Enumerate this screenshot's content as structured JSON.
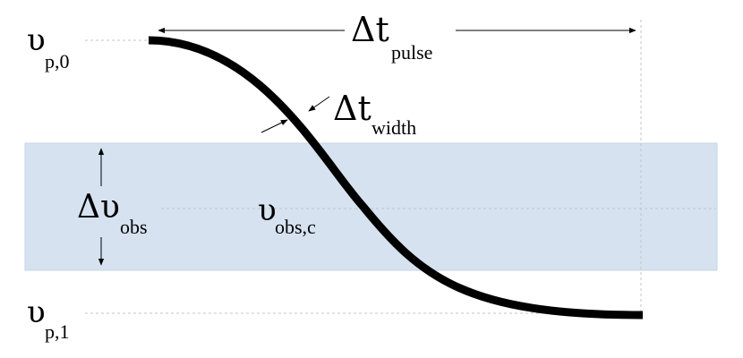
{
  "colors": {
    "band_fill": "#d6e2f0",
    "band_stroke": "#c6d4e6",
    "curve": "#000000",
    "guide": "#bdbdbd"
  },
  "labels": {
    "v_p0": {
      "symbol": "υ",
      "subscript": "p,0"
    },
    "v_p1": {
      "symbol": "υ",
      "subscript": "p,1"
    },
    "dv_obs": {
      "symbol": "Δυ",
      "subscript": "obs"
    },
    "v_obs_c": {
      "symbol": "υ",
      "subscript": "obs,c"
    },
    "dt_pulse": {
      "symbol": "Δt",
      "subscript": "pulse"
    },
    "dt_width": {
      "symbol": "Δt",
      "subscript": "width"
    }
  }
}
